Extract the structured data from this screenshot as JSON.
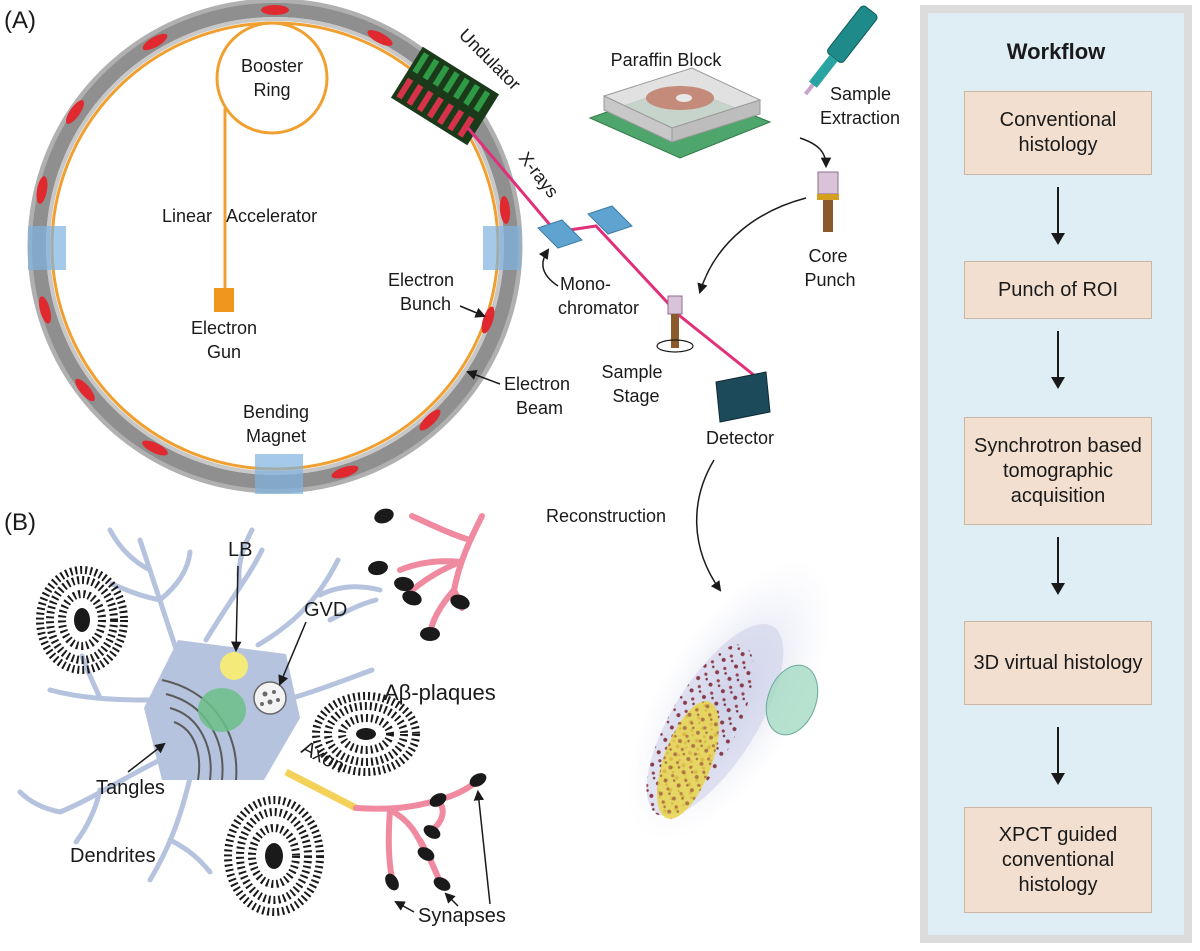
{
  "panels": {
    "a": "(A)",
    "b": "(B)"
  },
  "synchrotron": {
    "booster_ring": [
      "Booster",
      "Ring"
    ],
    "linear_accelerator": "Linear   Accelerator",
    "electron_gun": [
      "Electron",
      "Gun"
    ],
    "undulator": "Undulator",
    "xrays": "X-rays",
    "electron_bunch": [
      "Electron",
      "Bunch"
    ],
    "electron_beam": [
      "Electron",
      "Beam"
    ],
    "bending_magnet": [
      "Bending",
      "Magnet"
    ],
    "monochromator": [
      "Mono-",
      "chromator"
    ],
    "sample_stage": [
      "Sample",
      "Stage"
    ],
    "detector": "Detector",
    "paraffin_block": "Paraffin Block",
    "sample_extraction": [
      "Sample",
      "Extraction"
    ],
    "core_punch": [
      "Core",
      "Punch"
    ],
    "reconstruction": "Reconstruction"
  },
  "neuron": {
    "lb": "LB",
    "gvd": "GVD",
    "abeta_plaques": "Aβ-plaques",
    "tangles": "Tangles",
    "axon": "Axon",
    "dendrites": "Dendrites",
    "synapses": "Synapses"
  },
  "workflow": {
    "title": "Workflow",
    "steps": [
      "Conventional histology",
      "Punch of ROI",
      "Synchrotron based tomographic acquisition",
      "3D virtual histology",
      "XPCT guided conventional histology"
    ]
  },
  "colors": {
    "ring_gray": "#a6a6a6",
    "beam_orange": "#f0a030",
    "bunch_red": "#e0282f",
    "xray_magenta": "#e0307a",
    "magnet_blue": "#7fb2de",
    "neuron_blue": "#b6c3de",
    "synapse_pink": "#f08aa0",
    "panel_bg": "#dfeef4",
    "step_bg": "#f2dfcf"
  }
}
